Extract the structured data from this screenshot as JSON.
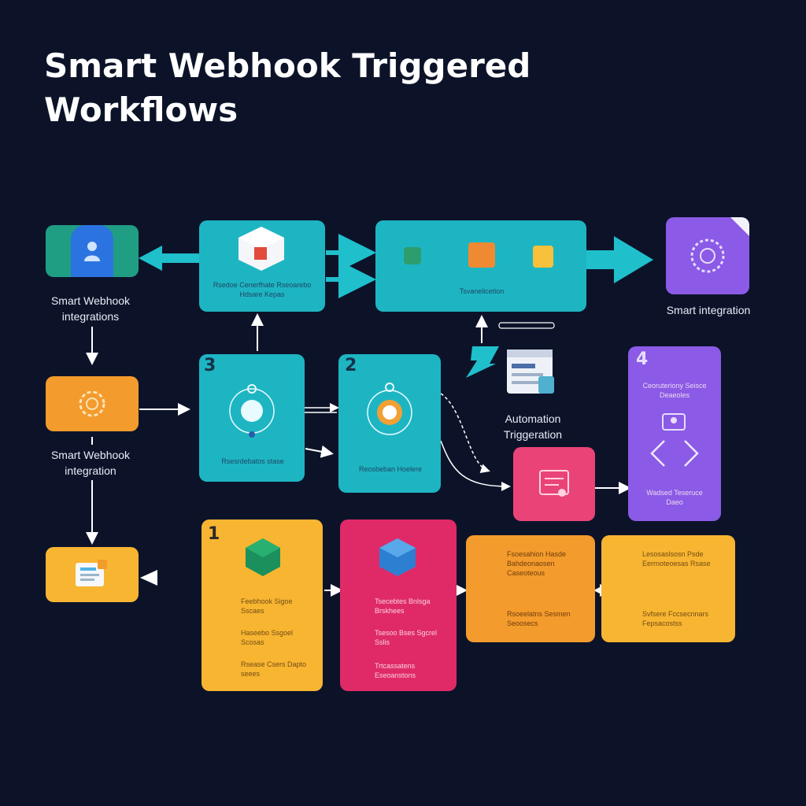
{
  "title": "Smart Webhook Triggered Workflows",
  "labels": {
    "webhook_integrations": "Smart Webhook integrations",
    "webhook_integration": "Smart Webhook integration",
    "smart_integration": "Smart integration",
    "automation_triggeration": "Automation Triggeration"
  },
  "numbers": {
    "n1": "1",
    "n2": "2",
    "n3": "3",
    "n4": "4"
  },
  "blurred": {
    "top_center_caption": "Rsedoe Cenerfhate Rseoarebo Hdsare Kepas",
    "pipeline_caption": "Tsvanelicetion",
    "node3_caption": "Rsesrdebatos stase",
    "node2_caption": "Reosbeban Hoelere",
    "purple_header": "Ceoruteriony Seisce Deaeoles",
    "purple_footer": "Wadsed Teseruce Daeo",
    "yellow1_items": [
      "Feebhook Sigoe Sscaes",
      "Haseebo Ssgoel Scosas",
      "Rsease Csers Dapto seees"
    ],
    "pink_items": [
      "Tsecebtes Bnlsga Brskhees",
      "Tsesoo Bses Sgcrel Sslis",
      "Trtcassatens Eseoanstons"
    ],
    "orange_items": [
      "Fsoesahion Hasde Bahdeonaosen Caseoteous",
      "Rsoeelatns Sesmen Seoosecs"
    ],
    "amber_right_items": [
      "Lesosaslsosn Psde Eerrnoteoesas Rsase",
      "Svfsere Fccsecnnars Fepsacostss"
    ]
  },
  "icons": {
    "user": "user-icon",
    "cube": "cube-icon",
    "gear": "gear-icon",
    "document": "document-icon",
    "code": "code-brackets-icon",
    "brain": "brain-icon"
  }
}
